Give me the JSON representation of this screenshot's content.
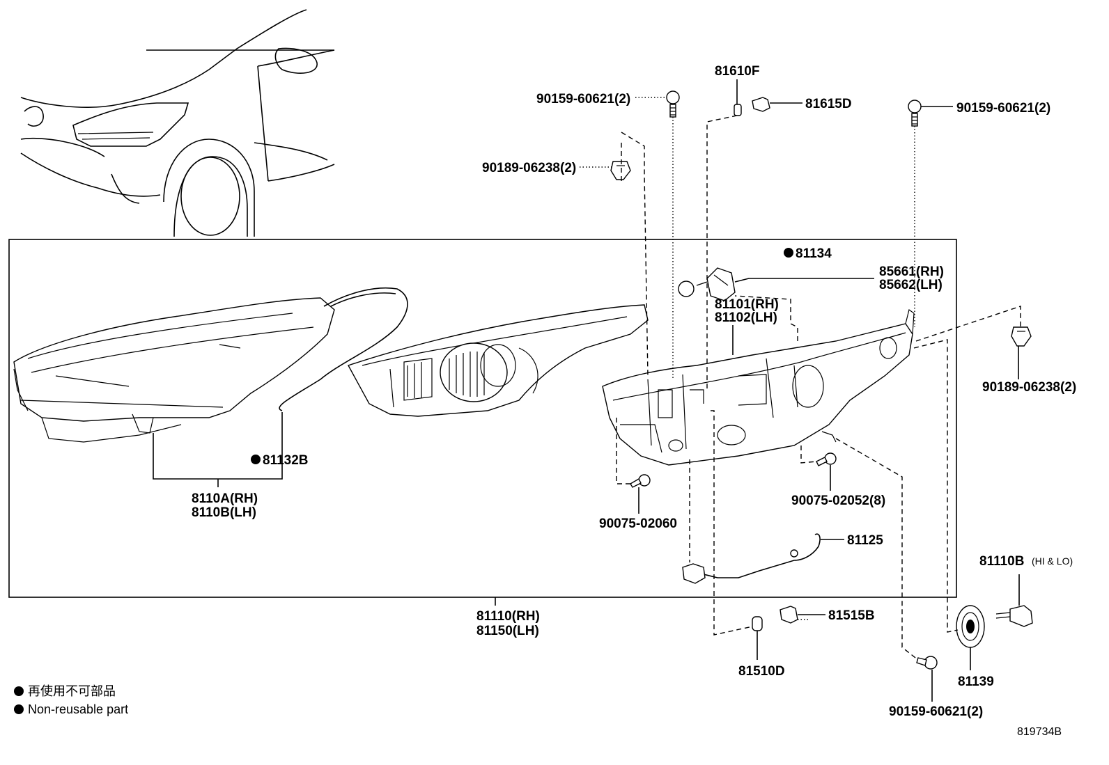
{
  "labels": {
    "p81610f": "81610F",
    "p81615d": "81615D",
    "p90159_top_left": "90159-60621(2)",
    "p90159_top_right": "90159-60621(2)",
    "p90189_left": "90189-06238(2)",
    "p90189_right": "90189-06238(2)",
    "p81134": "81134",
    "p85661": "85661(RH)",
    "p85662": "85662(LH)",
    "p81101": "81101(RH)",
    "p81102": "81102(LH)",
    "p81132b": "81132B",
    "p8110a": "8110A(RH)",
    "p8110b": "8110B(LH)",
    "p90075_02060": "90075-02060",
    "p90075_02052": "90075-02052(8)",
    "p81125": "81125",
    "p81110b": "81110B",
    "p81110b_note": "(HI & LO)",
    "p81110": "81110(RH)",
    "p81150": "81150(LH)",
    "p81515b": "81515B",
    "p81510d": "81510D",
    "p81139": "81139",
    "p90159_bottom": "90159-60621(2)"
  },
  "legend": {
    "item_jp": "再使用不可部品",
    "item_en": "Non-reusable part"
  },
  "diagram_code": "819734B"
}
